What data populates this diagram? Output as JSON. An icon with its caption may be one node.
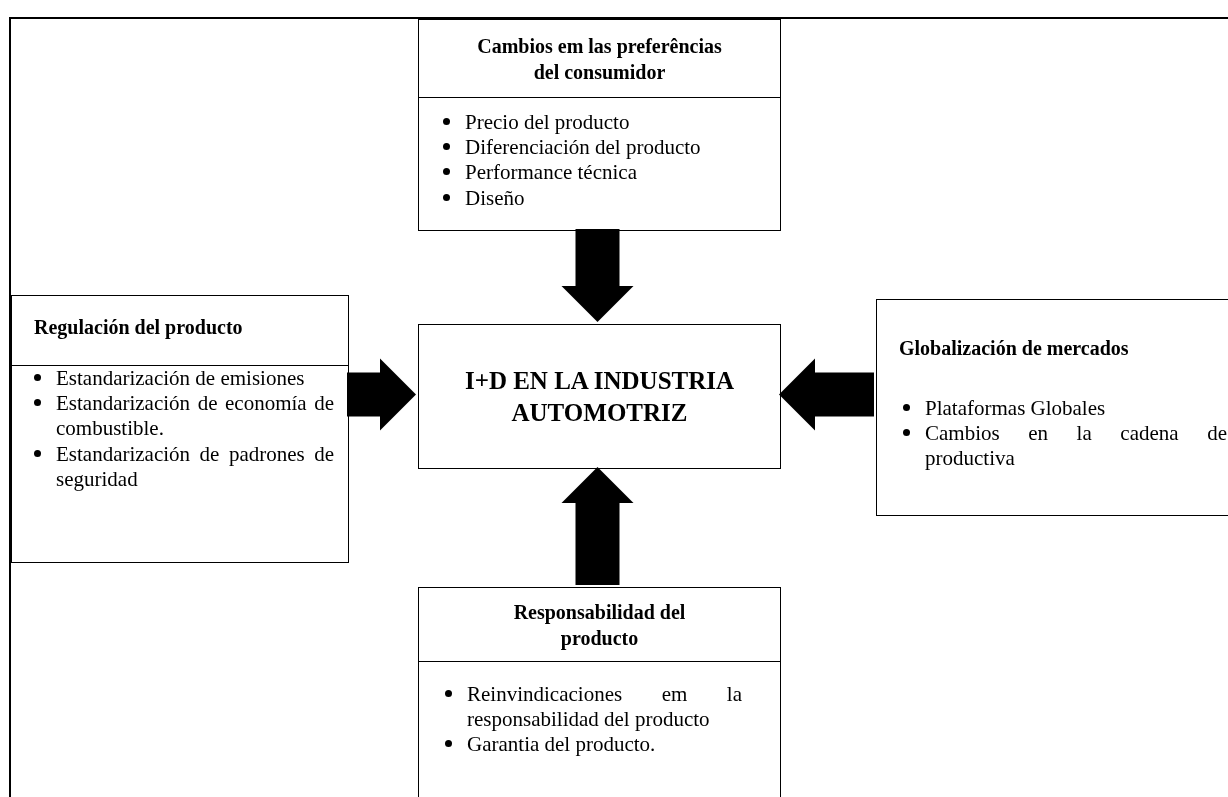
{
  "diagram": {
    "nodes": [
      {
        "text": [],
        "shape": "box"
      },
      {
        "text": [
          "Cambios em las preferências del consumidor",
          "Precio del producto",
          "Diferenciación del producto",
          "Performance técnica",
          "Diseño"
        ],
        "in": 0
      },
      {
        "text": [
          "Regulación del producto",
          "Estandarización de emisiones",
          "Estandarización de economía de combustible.",
          "Estandarización de padrones de seguridad"
        ],
        "in": 0
      },
      {
        "text": [
          "I+D EN LA INDUSTRIA AUTOMOTRIZ"
        ],
        "in": 0
      },
      {
        "text": [
          "Globalización de mercados",
          "Plataformas Globales",
          "Cambios en la cadena de productiva"
        ],
        "in": 0
      },
      {
        "text": [
          "Responsabilidad del producto",
          "Reinvindicaciones em la responsabilidad del producto",
          "Garantia del producto."
        ],
        "in": 0
      }
    ],
    "edges": [
      {
        "from": 1,
        "to": 3,
        "arrow": "to",
        "style": "thick"
      },
      {
        "from": 2,
        "to": 3,
        "arrow": "to",
        "style": "thick"
      },
      {
        "from": 4,
        "to": 3,
        "arrow": "to",
        "style": "thick"
      },
      {
        "from": 5,
        "to": 3,
        "arrow": "to",
        "style": "thick"
      }
    ]
  }
}
